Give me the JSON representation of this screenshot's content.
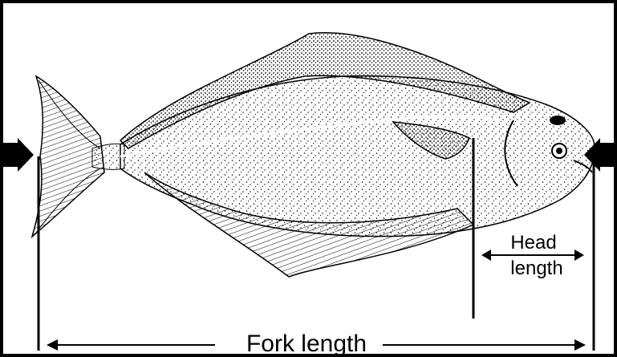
{
  "labels": {
    "head_line1": "Head",
    "head_line2": "length",
    "fork": "Fork length"
  },
  "colors": {
    "ink": "#000000",
    "paper": "#ffffff",
    "frame": "#000000"
  },
  "icons": {
    "left_marker": "arrow-right-icon",
    "right_marker": "arrow-left-icon"
  }
}
